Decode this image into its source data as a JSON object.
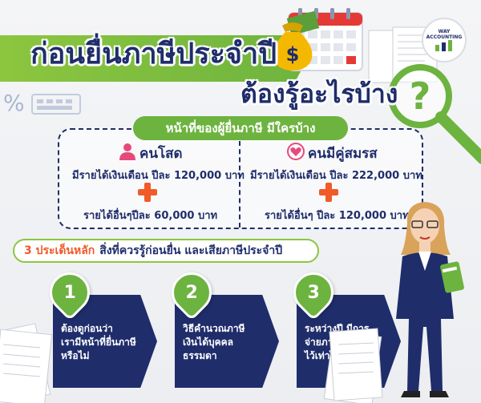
{
  "header": {
    "title_line1": "ก่อนยื่นภาษีประจำปี",
    "title_line2": "ต้องรู้อะไรบ้าง"
  },
  "logo": {
    "line1": "WAY",
    "line2": "ACCOUNTING"
  },
  "taxpayer_section": {
    "header": "หน้าที่ของผู้ยื่นภาษี มีใครบ้าง",
    "single": {
      "title": "คนโสด",
      "salary": "มีรายได้เงินเดือน ปีละ 120,000 บาท",
      "other": "รายได้อื่นๆปีละ 60,000 บาท"
    },
    "married": {
      "title": "คนมีคู่สมรส",
      "salary": "มีรายได้เงินเดือน ปีละ 222,000 บาท",
      "other": "รายได้อื่นๆ ปีละ 120,000 บาท"
    }
  },
  "points_section": {
    "highlight": "3 ประเด็นหลัก",
    "rest": "สิ่งที่ควรรู้ก่อนยื่น และเสียภาษีประจำปี",
    "items": [
      {
        "number": "1",
        "line1": "ต้องดูก่อนว่า",
        "line2": "เรามีหน้าที่ยื่นภาษี",
        "line3": "หรือไม่"
      },
      {
        "number": "2",
        "line1": "วิธีคำนวณภาษี",
        "line2": "เงินได้บุคคล",
        "line3": "ธรรมดา"
      },
      {
        "number": "3",
        "line1": "ระหว่างปี มีการ",
        "line2": "จ่ายภาษีล่วงหน้า",
        "line3": "ไว้เท่าไหร่"
      }
    ]
  },
  "colors": {
    "navy": "#1f2d6b",
    "green": "#6db33f",
    "orange": "#f15a29",
    "pink": "#e64a7b"
  },
  "icons": {
    "single": "person-icon",
    "married": "heart-icon",
    "plus": "plus-icon"
  }
}
